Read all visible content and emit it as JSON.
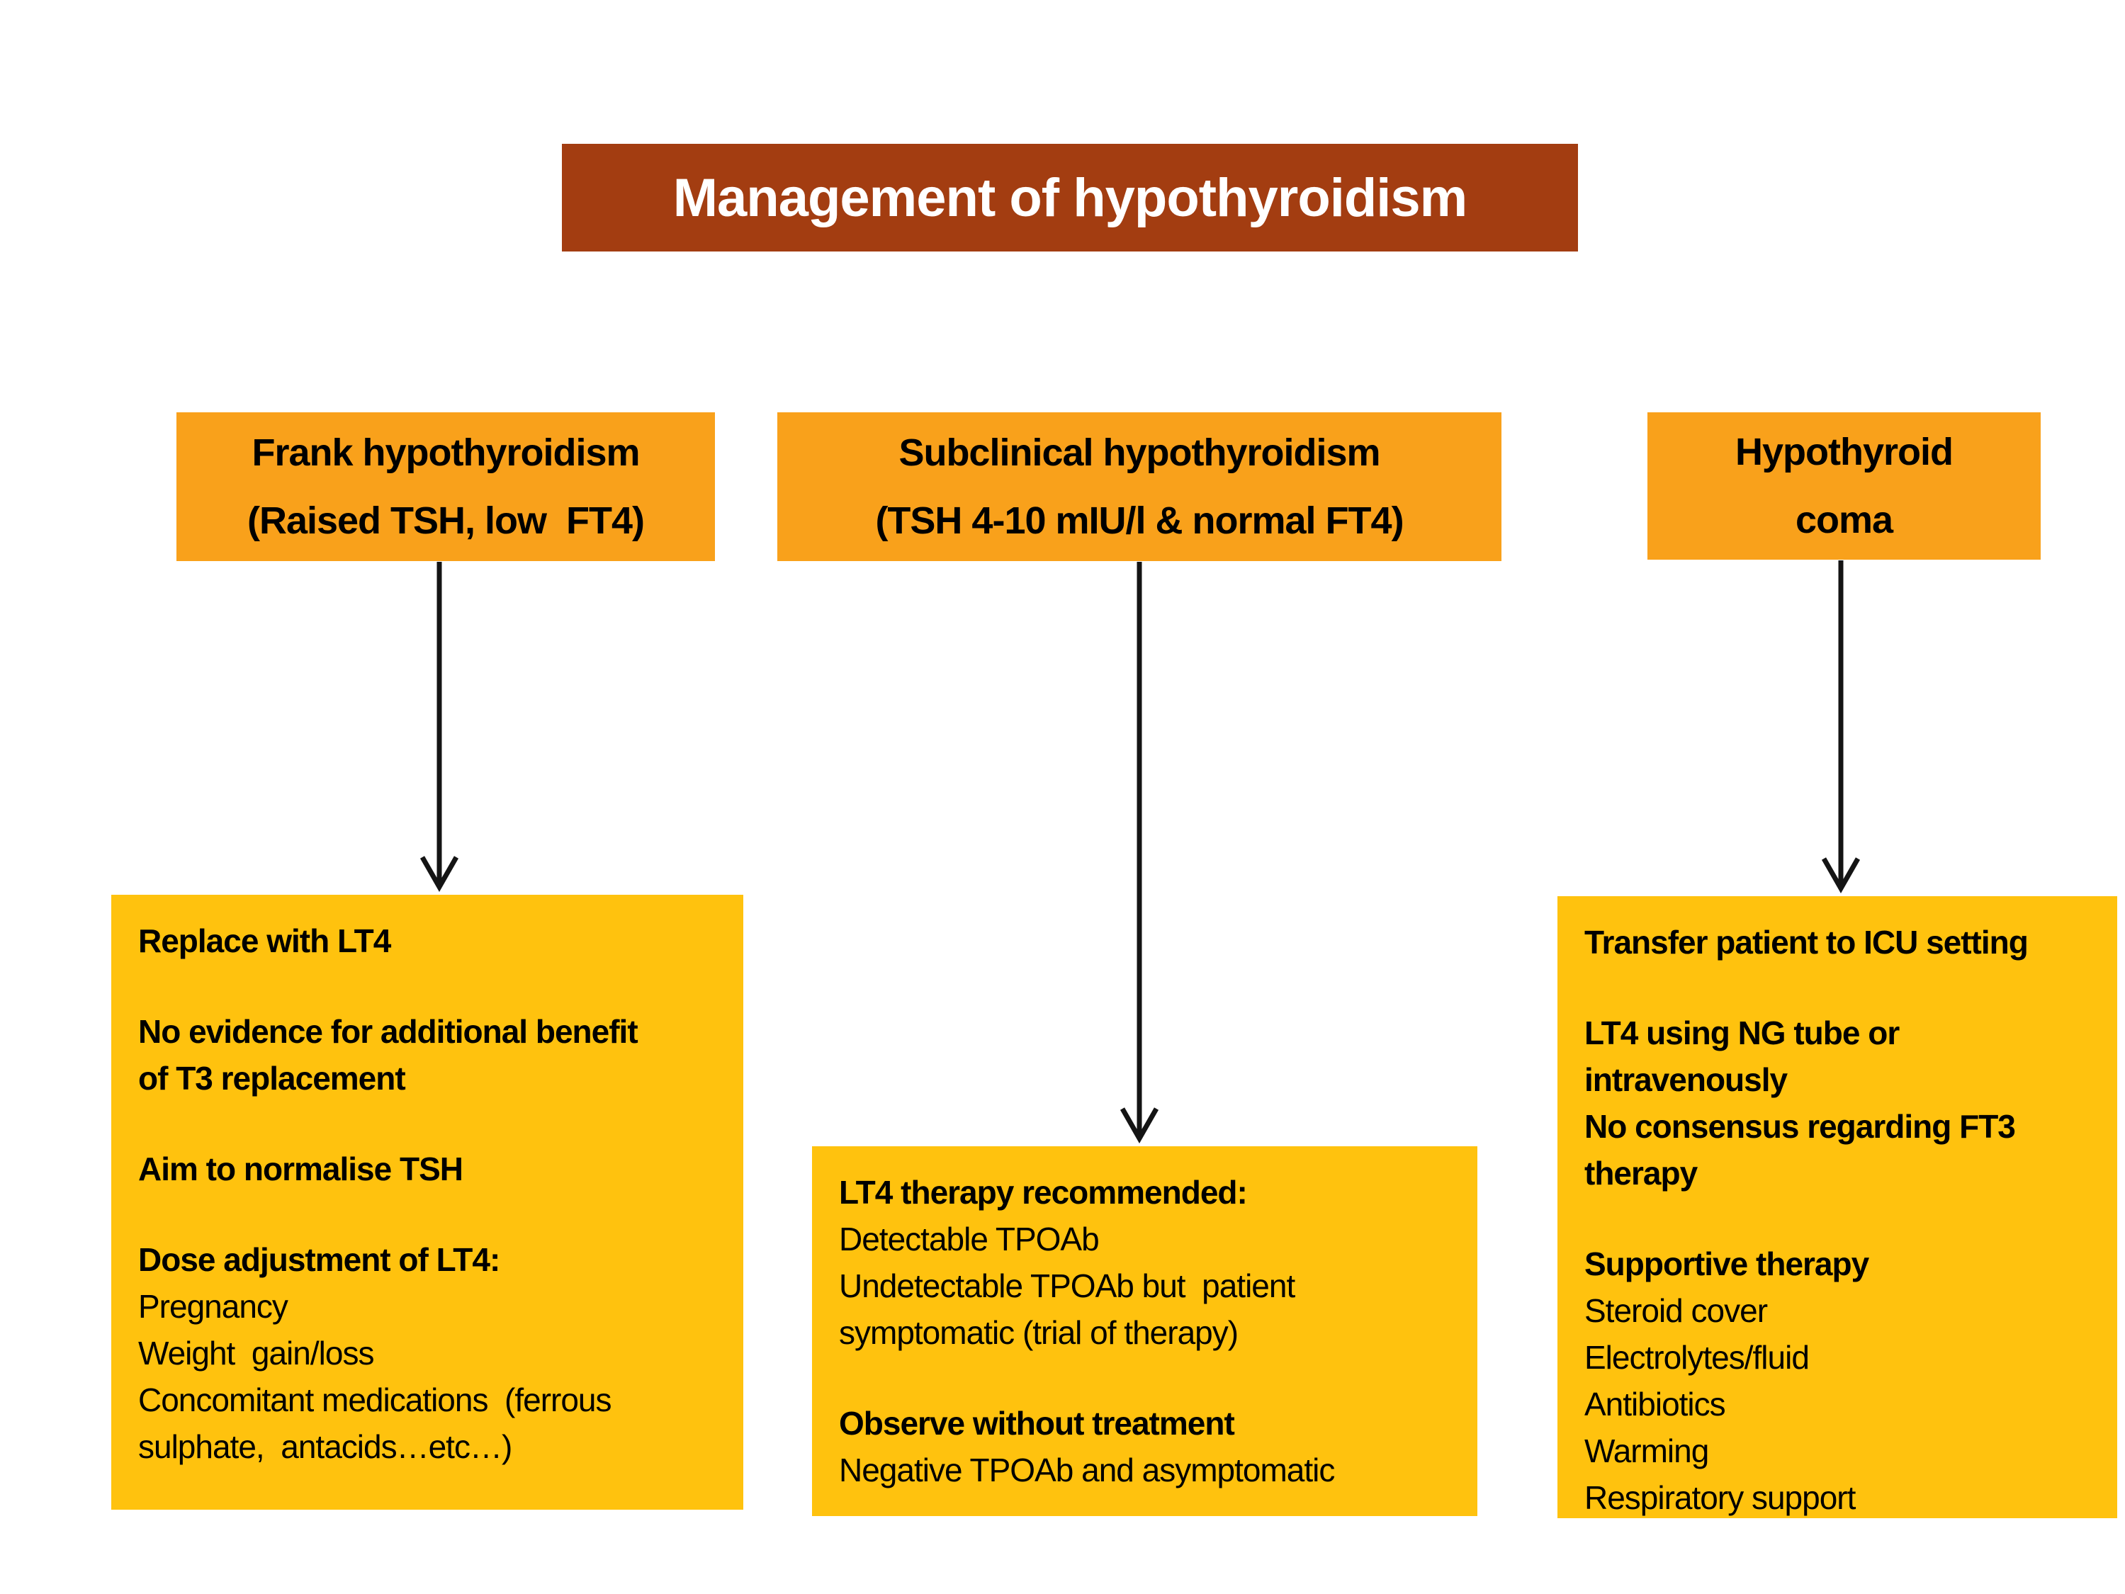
{
  "title": {
    "text": "Management of hypothyroidism"
  },
  "colors": {
    "title_bg": "#A33D11",
    "title_fg": "#FFFFFF",
    "header_bg": "#F9A11B",
    "body_bg": "#FFC20E",
    "arrow": "#141414",
    "text": "#000000"
  },
  "columns": [
    {
      "id": "frank-hypothyroidism",
      "header_lines": [
        "Frank hypothyroidism",
        "(Raised TSH, low  FT4)"
      ],
      "body_lines": [
        {
          "text": "Replace with LT4",
          "bold": true,
          "gap": false
        },
        {
          "text": "No evidence for additional benefit",
          "bold": true,
          "gap": true
        },
        {
          "text": "of T3 replacement",
          "bold": true,
          "gap": false
        },
        {
          "text": "Aim to normalise TSH",
          "bold": true,
          "gap": true
        },
        {
          "text": "Dose adjustment of LT4:",
          "bold": true,
          "gap": true
        },
        {
          "text": "Pregnancy",
          "bold": false,
          "gap": false
        },
        {
          "text": "Weight  gain/loss",
          "bold": false,
          "gap": false
        },
        {
          "text": "Concomitant medications  (ferrous",
          "bold": false,
          "gap": false
        },
        {
          "text": "sulphate,  antacids…etc…)",
          "bold": false,
          "gap": false
        }
      ]
    },
    {
      "id": "subclinical-hypothyroidism",
      "header_lines": [
        "Subclinical hypothyroidism",
        "(TSH 4-10 mIU/l & normal FT4)"
      ],
      "body_lines": [
        {
          "text": "LT4 therapy recommended:",
          "bold": true,
          "gap": false
        },
        {
          "text": "Detectable TPOAb",
          "bold": false,
          "gap": false
        },
        {
          "text": "Undetectable TPOAb but  patient",
          "bold": false,
          "gap": false
        },
        {
          "text": "symptomatic (trial of therapy)",
          "bold": false,
          "gap": false
        },
        {
          "text": "Observe without treatment",
          "bold": true,
          "gap": true
        },
        {
          "text": "Negative TPOAb and asymptomatic",
          "bold": false,
          "gap": false
        }
      ]
    },
    {
      "id": "hypothyroid-coma",
      "header_lines": [
        "Hypothyroid",
        "coma"
      ],
      "body_lines": [
        {
          "text": "Transfer patient to ICU setting",
          "bold": true,
          "gap": false
        },
        {
          "text": "LT4 using NG tube or",
          "bold": true,
          "gap": true
        },
        {
          "text": "intravenously",
          "bold": true,
          "gap": false
        },
        {
          "text": "No consensus regarding FT3",
          "bold": true,
          "gap": false
        },
        {
          "text": "therapy",
          "bold": true,
          "gap": false
        },
        {
          "text": "Supportive therapy",
          "bold": true,
          "gap": true
        },
        {
          "text": "Steroid cover",
          "bold": false,
          "gap": false
        },
        {
          "text": "Electrolytes/fluid",
          "bold": false,
          "gap": false
        },
        {
          "text": "Antibiotics",
          "bold": false,
          "gap": false
        },
        {
          "text": "Warming",
          "bold": false,
          "gap": false
        },
        {
          "text": "Respiratory support",
          "bold": false,
          "gap": false
        }
      ]
    }
  ]
}
